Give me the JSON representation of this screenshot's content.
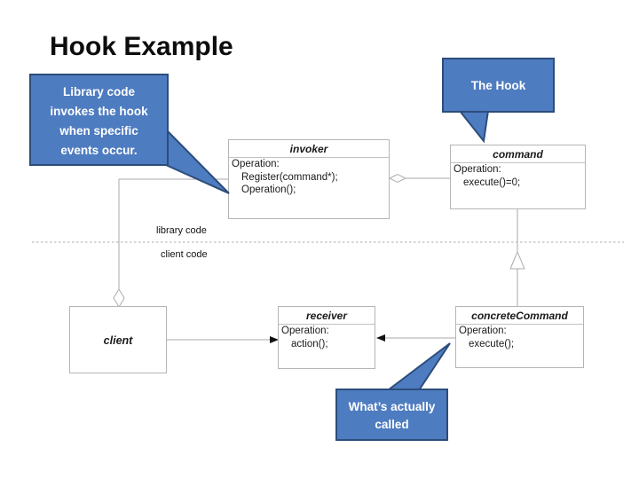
{
  "slide_title": "Hook Example",
  "callouts": {
    "library": {
      "lines": [
        "Library code",
        "invokes the hook",
        "when specific",
        "events occur."
      ]
    },
    "hook": {
      "lines": [
        "The Hook"
      ]
    },
    "called": {
      "lines": [
        "What’s actually",
        "called"
      ]
    }
  },
  "classes": {
    "invoker": {
      "name": "invoker",
      "ops": [
        "Operation:",
        "Register(command*);",
        "Operation();"
      ]
    },
    "command": {
      "name": "command",
      "ops": [
        "Operation:",
        "execute()=0;"
      ]
    },
    "receiver": {
      "name": "receiver",
      "ops": [
        "Operation:",
        "action();"
      ]
    },
    "concrete": {
      "name": "concreteCommand",
      "ops": [
        "Operation:",
        "execute();"
      ]
    },
    "client": {
      "name": "client",
      "ops": []
    }
  },
  "region_labels": {
    "library": "library code",
    "client": "client code"
  },
  "colors": {
    "callout_fill": "#4e7cc0",
    "callout_border": "#2c4d7a",
    "box_border": "#b5b5b5",
    "connector": "#a8a8a8",
    "arrow": "#111111",
    "title": "#0d0d0d"
  }
}
